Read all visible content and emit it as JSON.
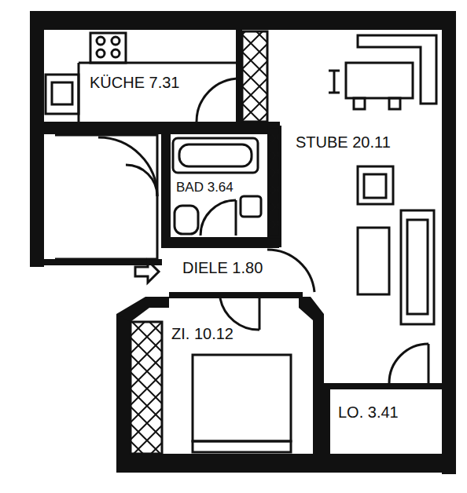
{
  "diagram": {
    "labels": [
      "KÜCHE 7.31",
      "STUBE 20.11",
      "BAD 3.64",
      "DIELE 1.80",
      "ZI. 10.12",
      "LO. 3.41"
    ]
  }
}
